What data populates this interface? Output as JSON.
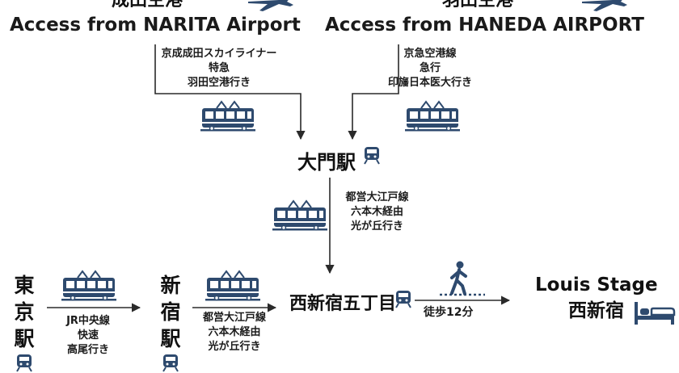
{
  "narita": {
    "jp_title": "成田空港",
    "en_title": "Access from NARITA Airport",
    "route": [
      "京成成田スカイライナー",
      "特急",
      "羽田空港行き"
    ]
  },
  "haneda": {
    "jp_title": "羽田空港",
    "en_title": "Access from HANEDA AIRPORT",
    "route": [
      "京急空港線",
      "急行",
      "印旛日本医大行き"
    ]
  },
  "daimon": {
    "label": "大門駅"
  },
  "oedo_from_daimon": {
    "route": [
      "都営大江戸線",
      "六本木経由",
      "光が丘行き"
    ]
  },
  "tokyo": {
    "label": [
      "東",
      "京",
      "駅"
    ]
  },
  "jr_chuo": {
    "route": [
      "JR中央線",
      "快速",
      "高尾行き"
    ]
  },
  "shinjuku": {
    "label": [
      "新",
      "宿",
      "駅"
    ]
  },
  "oedo_from_shinjuku": {
    "route": [
      "都営大江戸線",
      "六本木経由",
      "光が丘行き"
    ]
  },
  "nishishinjuku5": {
    "label": "西新宿五丁目"
  },
  "walk": {
    "label": "徒歩12分"
  },
  "destination": {
    "line1": "Louis Stage",
    "line2": "西新宿"
  },
  "colors": {
    "accent": "#2e4a6e",
    "arrow": "#2a2a2a"
  },
  "icons": [
    "airplane-icon",
    "tram-icon",
    "station-train-icon",
    "walking-person-icon",
    "bed-icon"
  ]
}
